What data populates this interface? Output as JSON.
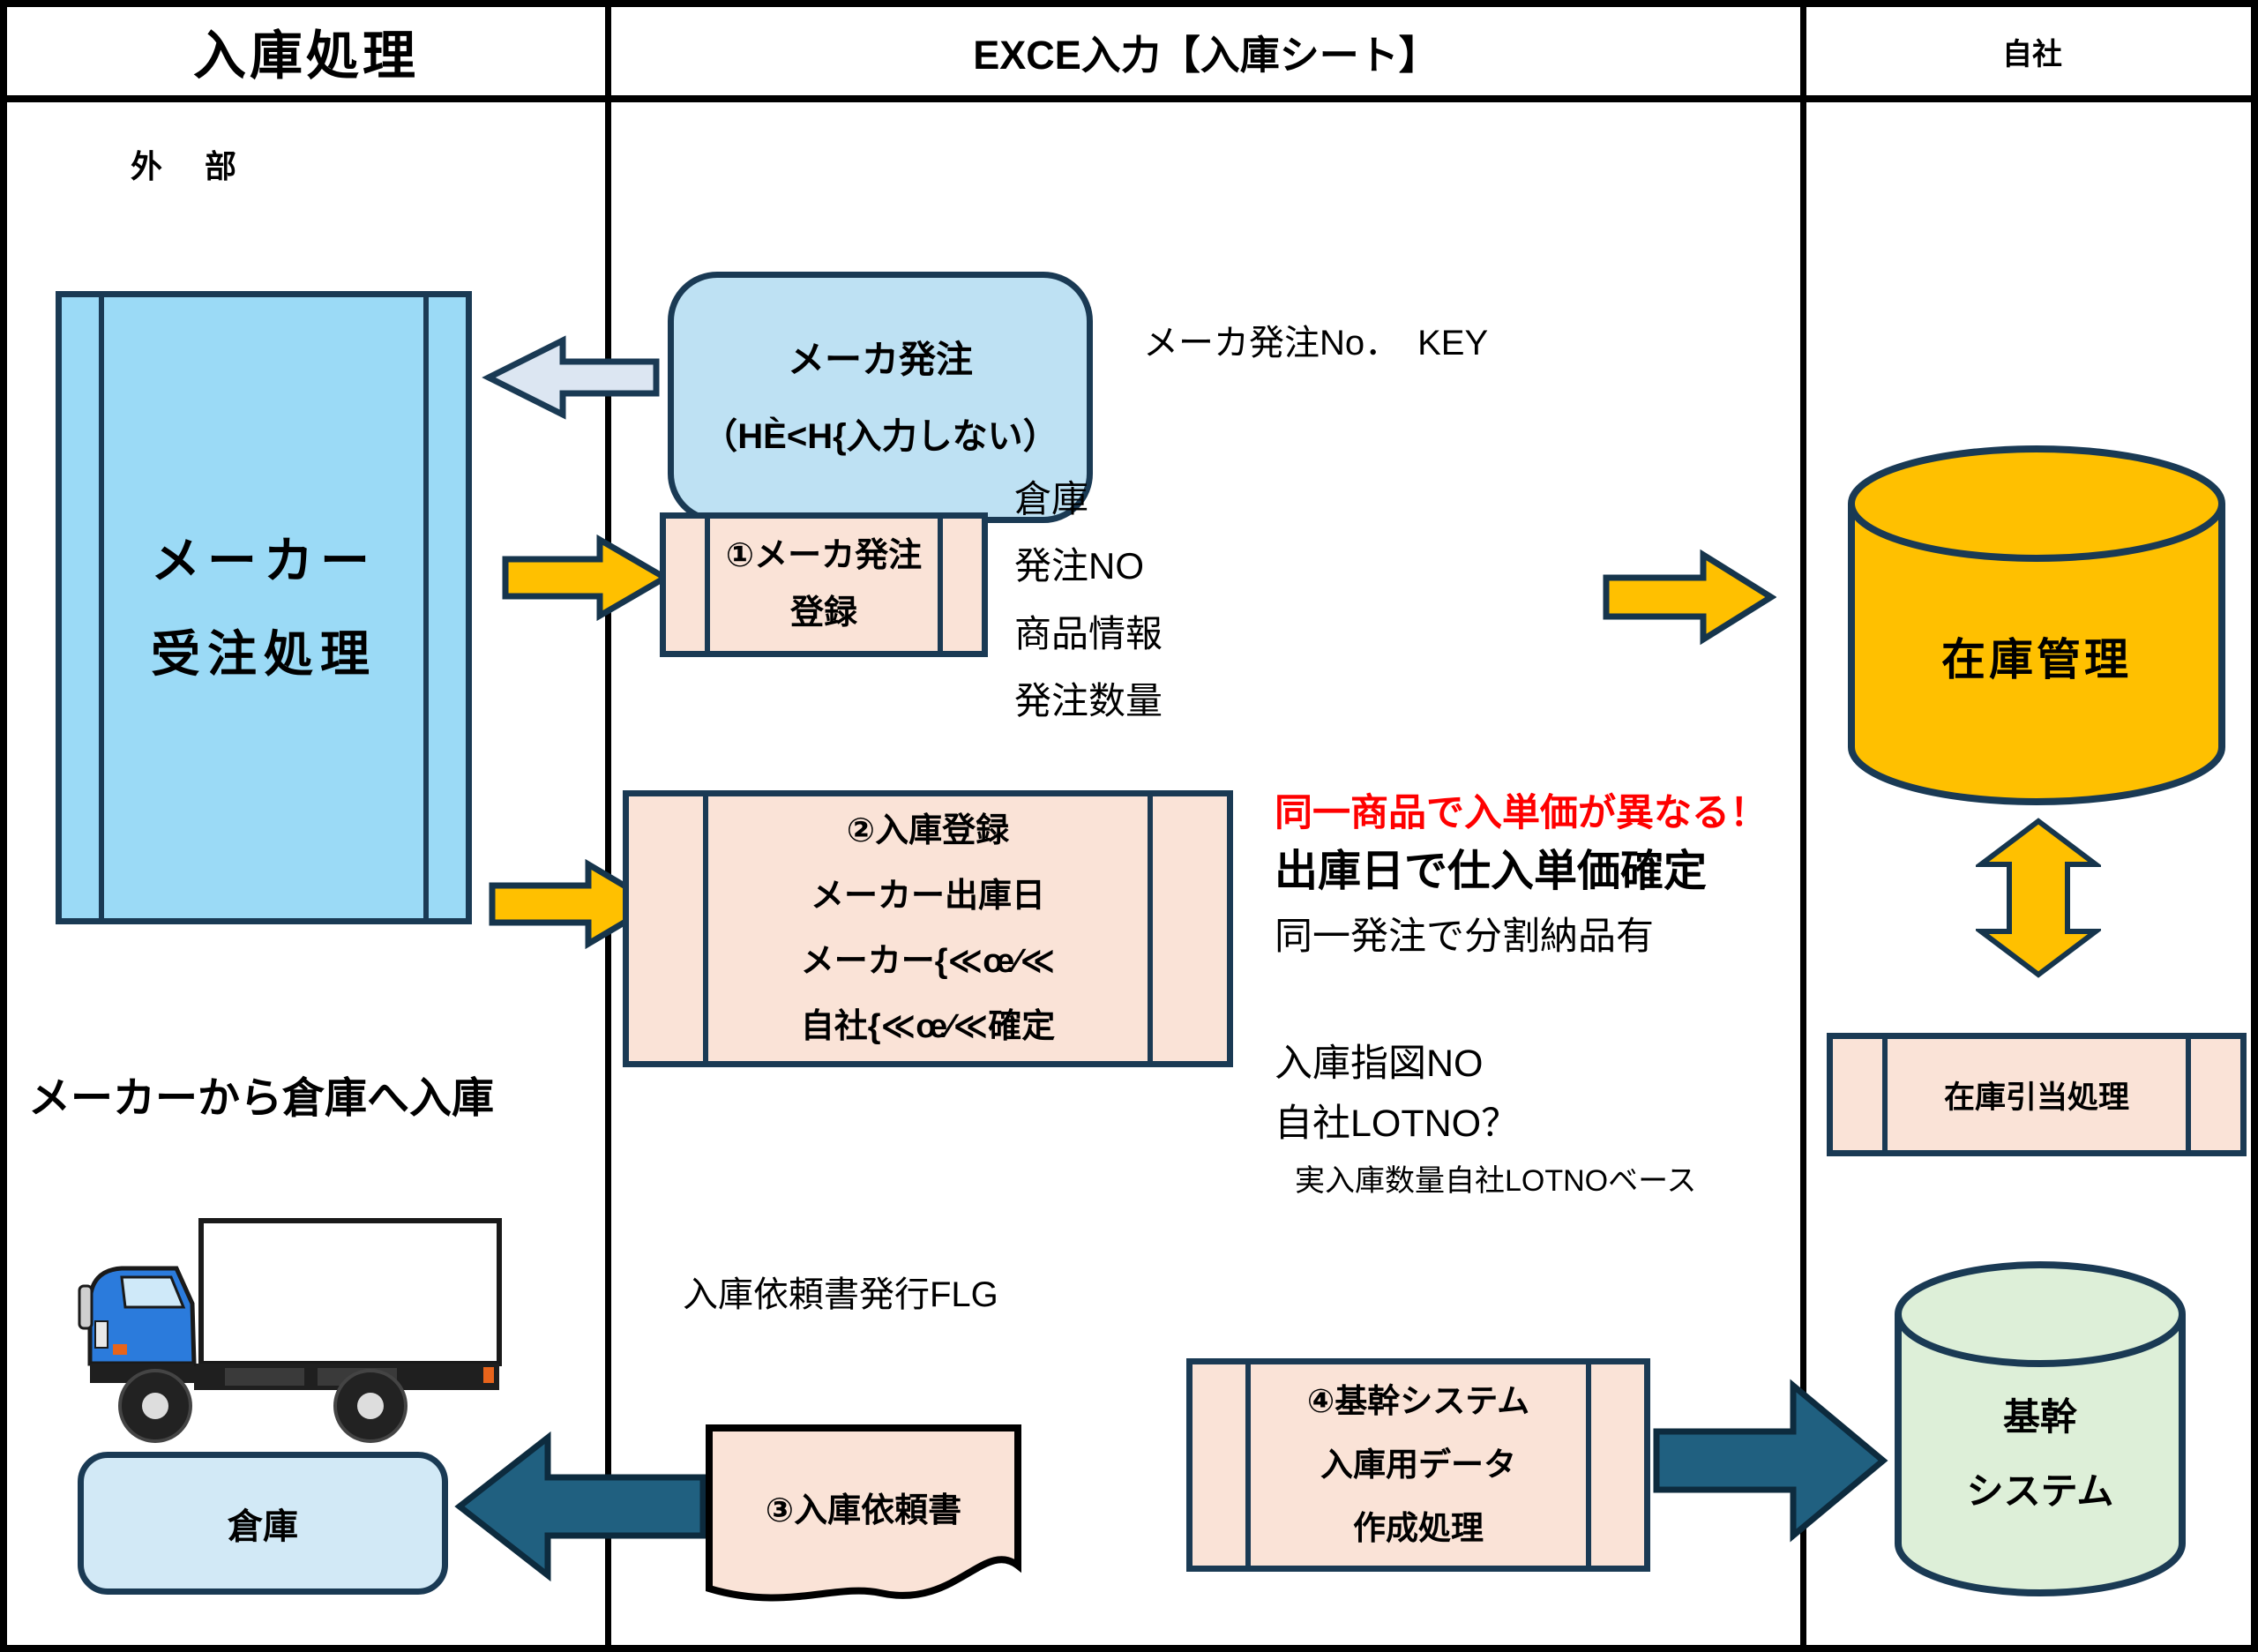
{
  "header": {
    "col1": "入庫処理",
    "col2": "EXCE入力【入庫シート】",
    "col3": "自社"
  },
  "left": {
    "zone_label": "外　部",
    "maker_box": {
      "line1": "メーカー",
      "line2": "受注処理"
    },
    "caption": "メーカーから倉庫へ入庫",
    "warehouse_label": "倉庫"
  },
  "middle": {
    "order_box": {
      "line1": "メーカ発注",
      "line2": "（HÈ<H{入力しない）"
    },
    "key_note": "メーカ発注No．　KEY",
    "step1_box": {
      "line1": "①メーカ発注",
      "line2": "登録"
    },
    "step1_fields": [
      "倉庫",
      "発注NO",
      "商品情報",
      "発注数量"
    ],
    "step2_lines": [
      "②入庫登録",
      "メーカー出庫日",
      "メーカー{≪œ⁄≪",
      "自社{≪œ⁄≪確定"
    ],
    "notes": {
      "red": "同一商品で入単価が異なる！",
      "bold": "出庫日で仕入単価確定",
      "n1": "同一発注で分割納品有",
      "n2": "入庫指図NO",
      "n3": "自社LOTNO？",
      "n4": "実入庫数量自社LOTNOベース"
    },
    "flg_note": "入庫依頼書発行FLG",
    "doc_label": "③入庫依頼書",
    "step4_lines": [
      "④基幹システム",
      "入庫用データ",
      "作成処理"
    ]
  },
  "right": {
    "inventory_db": "在庫管理",
    "allocation_box": "在庫引当処理",
    "core_db": {
      "line1": "基幹",
      "line2": "システム"
    }
  },
  "colors": {
    "structure_black": "#000000",
    "shape_border_dark": "#1A3A54",
    "maker_box_blue": "#9BDAF6",
    "terminator_blue": "#BEE1F3",
    "warehouse_blue": "#D2E9F6",
    "process_peach": "#FAE3D7",
    "db_yellow": "#FFC000",
    "light_arrow": "#DCE6F2",
    "teal_arrow": "#206080",
    "core_db_green": "#DDEFD8",
    "alert_red": "#FF0000",
    "truck_blue": "#2B7BDC"
  }
}
